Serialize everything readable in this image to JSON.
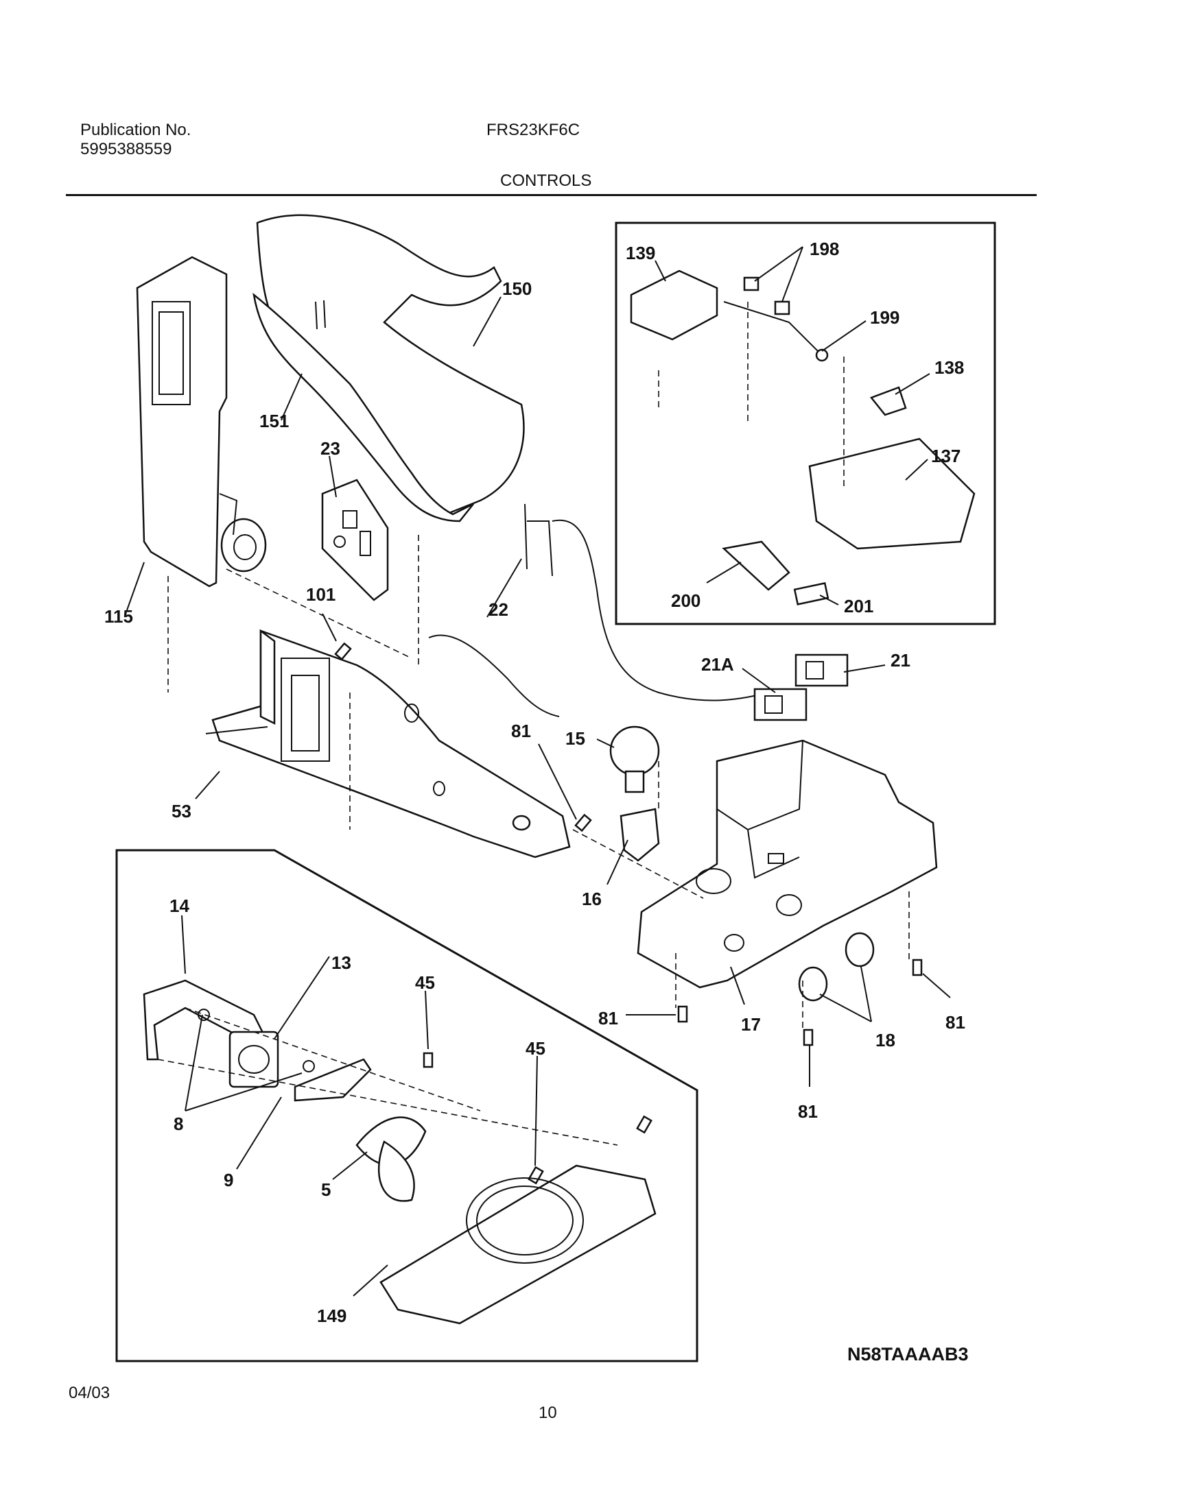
{
  "header": {
    "publication_label": "Publication No.",
    "publication_number": "5995388559",
    "model": "FRS23KF6C",
    "section_title": "CONTROLS"
  },
  "callouts": {
    "c150": "150",
    "c151": "151",
    "c23": "23",
    "c115": "115",
    "c101": "101",
    "c22": "22",
    "c139": "139",
    "c198": "198",
    "c199": "199",
    "c138": "138",
    "c137": "137",
    "c200": "200",
    "c201": "201",
    "c21A": "21A",
    "c21": "21",
    "c15": "15",
    "c81a": "81",
    "c53": "53",
    "c16": "16",
    "c14": "14",
    "c13": "13",
    "c45a": "45",
    "c45b": "45",
    "c8": "8",
    "c9": "9",
    "c5": "5",
    "c149": "149",
    "c17": "17",
    "c18": "18",
    "c81b": "81",
    "c81c": "81",
    "c81d": "81"
  },
  "diagram_code": "N58TAAAAB3",
  "footer": {
    "date": "04/03",
    "page_number": "10"
  }
}
